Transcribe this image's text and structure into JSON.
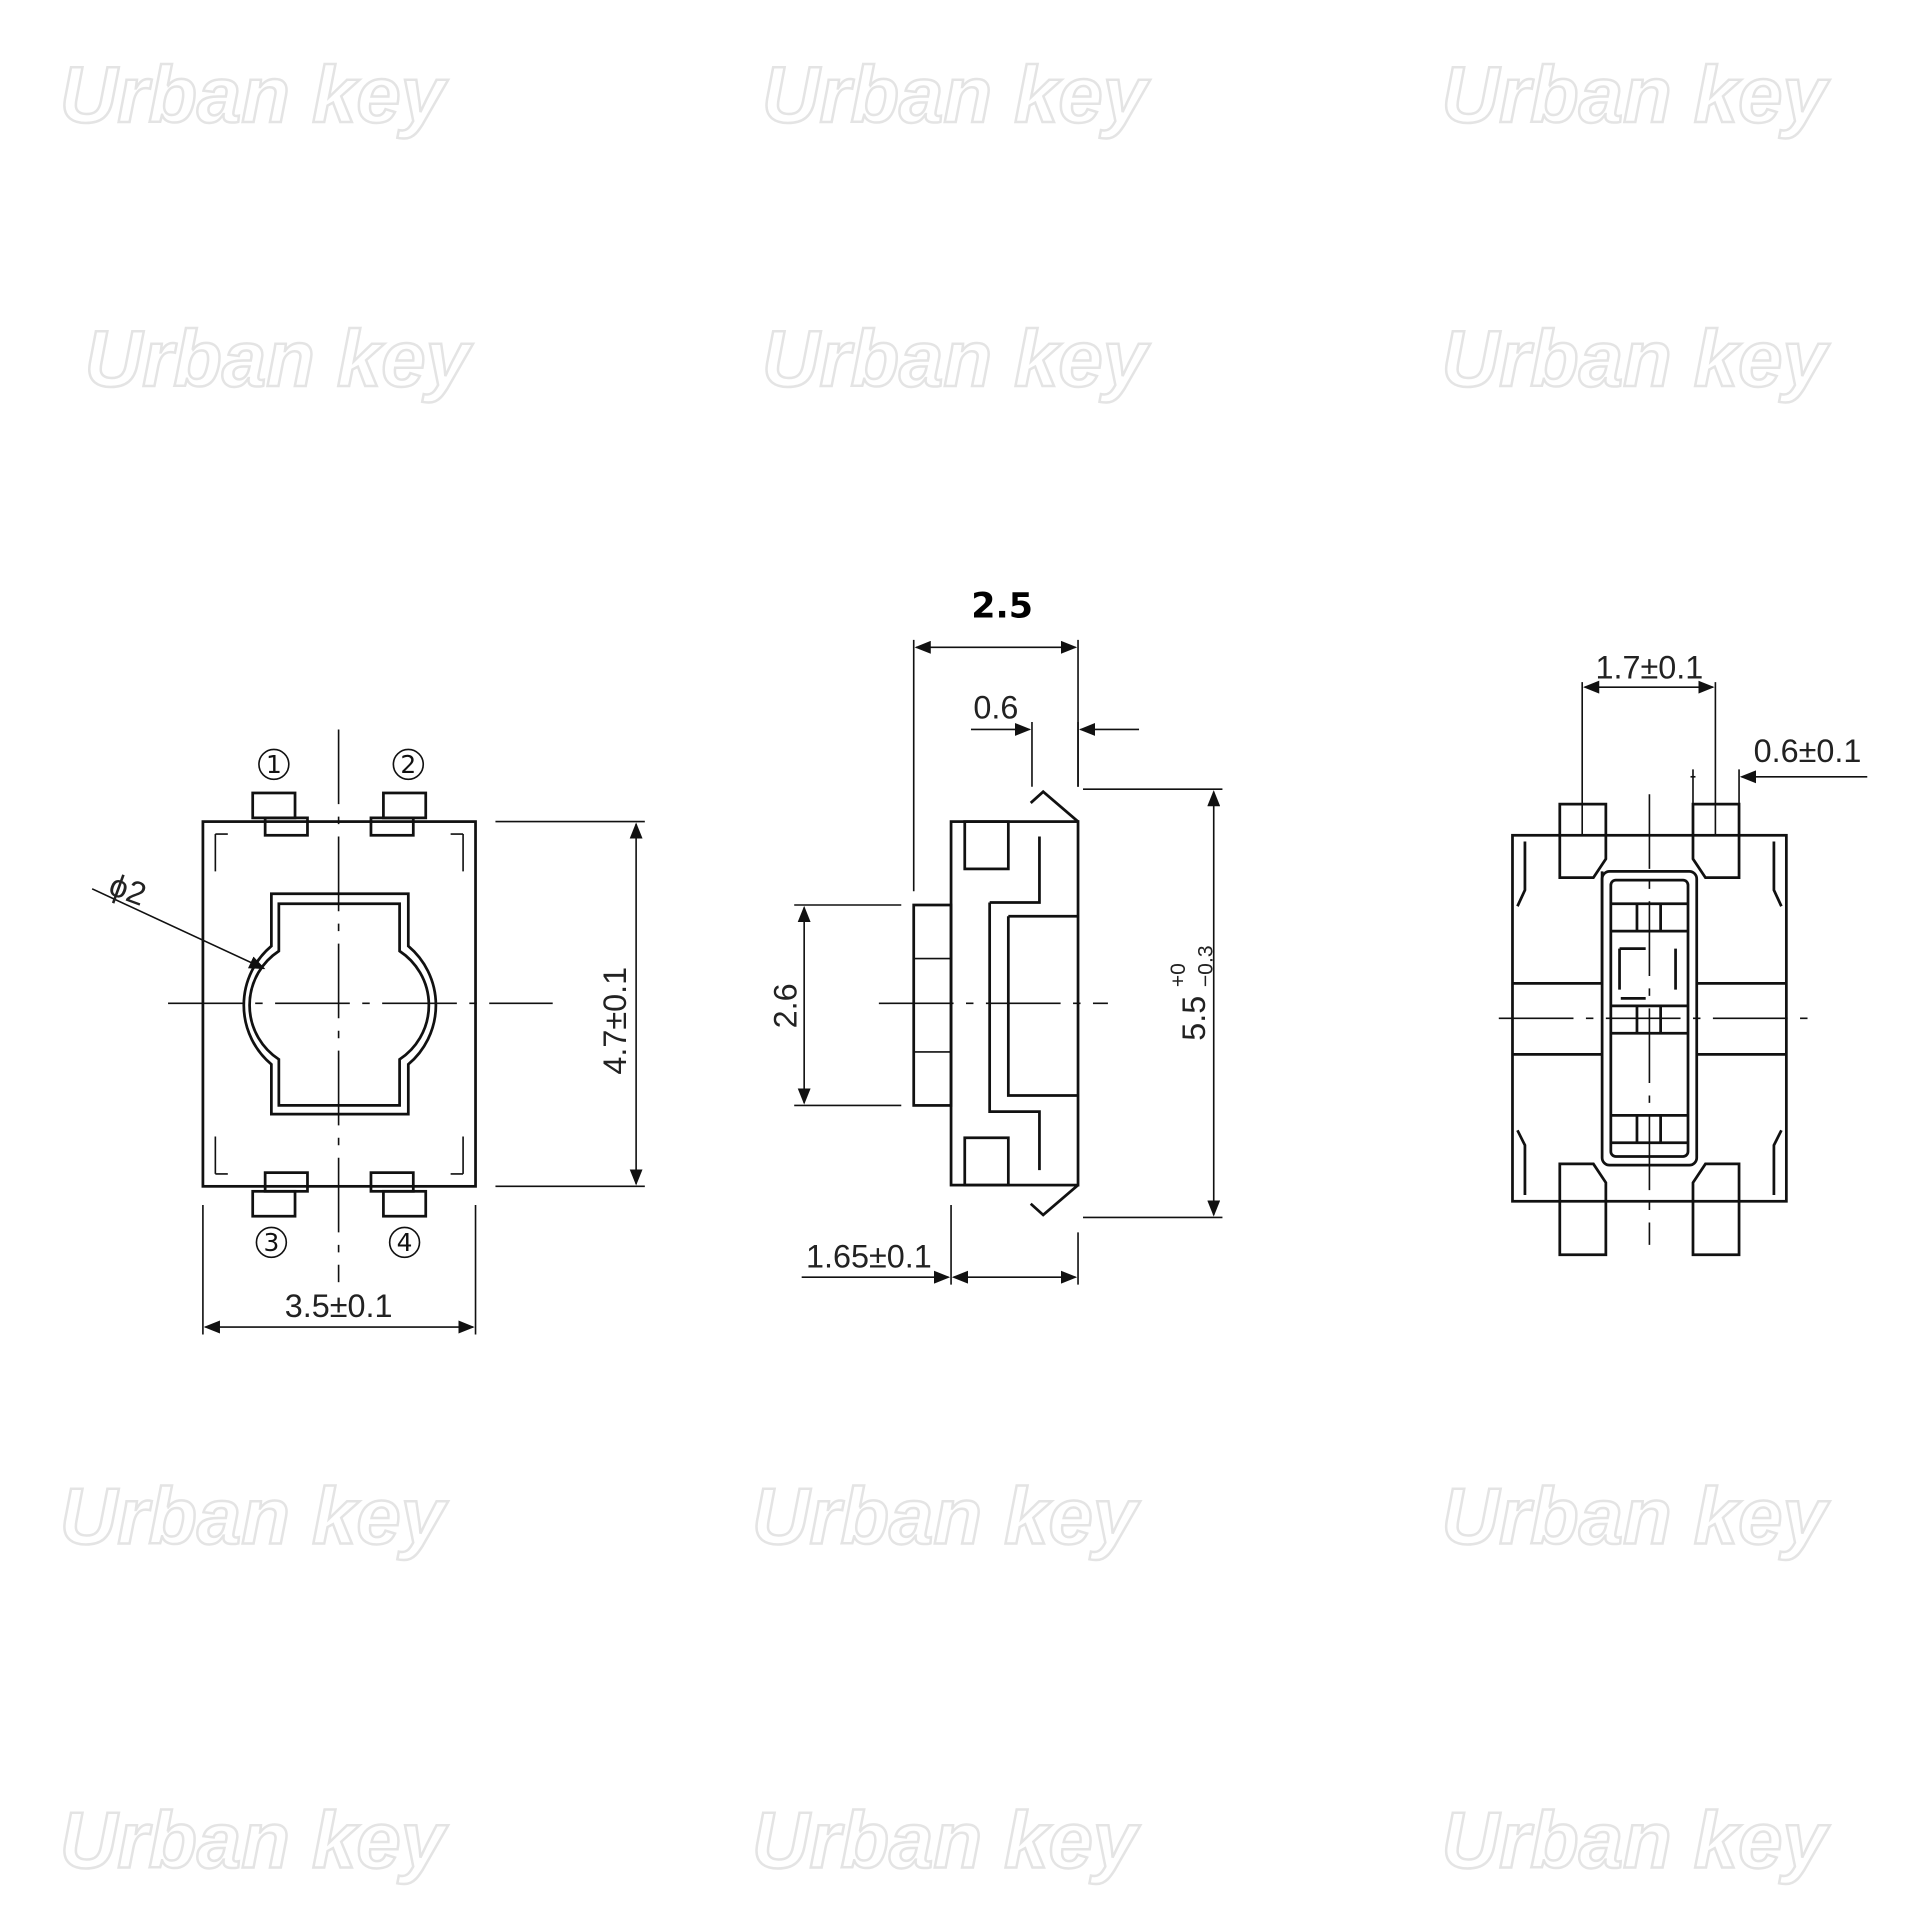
{
  "watermark": "Urban key",
  "front_view": {
    "pins": [
      "1",
      "2",
      "3",
      "4"
    ],
    "diameter": "ϕ2",
    "height_dim": "4.7±0.1",
    "width_dim": "3.5±0.1"
  },
  "side_view": {
    "depth_dim": "2.5",
    "lip_dim": "0.6",
    "actuator_dim": "2.6",
    "length_dim": "5.5",
    "tol_plus": "+0",
    "tol_minus": "−0.3",
    "body_dim": "1.65±0.1"
  },
  "bottom_view": {
    "pad_pitch_dim": "1.7±0.1",
    "pad_width_dim": "0.6±0.1"
  }
}
